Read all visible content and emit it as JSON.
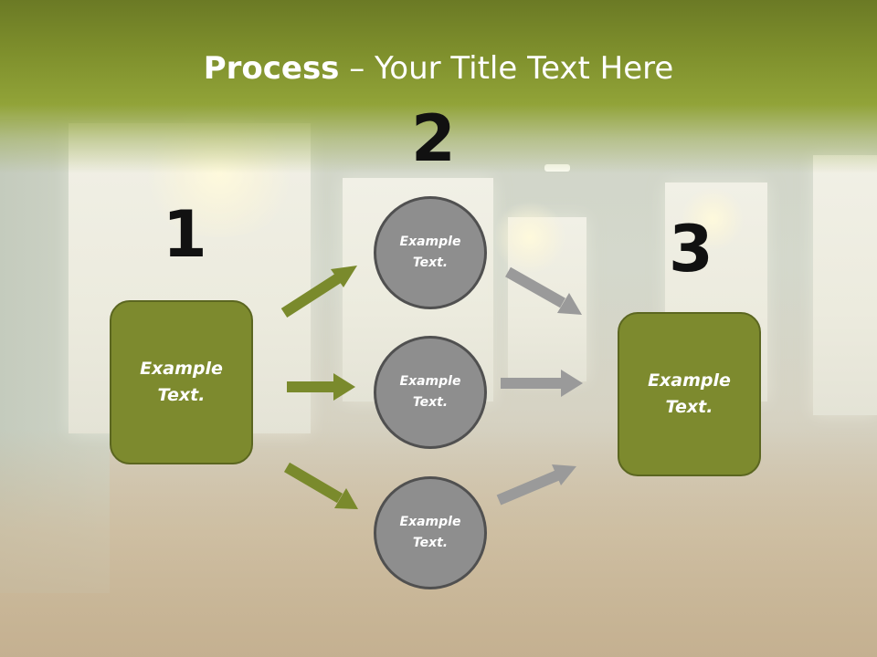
{
  "title": {
    "bold": "Process",
    "rest": " – Your Title Text Here"
  },
  "steps": {
    "one": "1",
    "two": "2",
    "three": "3"
  },
  "left_box": {
    "text": "Example\nText."
  },
  "middle_circles": [
    {
      "text": "Example\nText."
    },
    {
      "text": "Example\nText."
    },
    {
      "text": "Example\nText."
    }
  ],
  "right_box": {
    "text": "Example\nText."
  },
  "colors": {
    "accent": "#7d8a2e",
    "accent_dark": "#5b6620",
    "circle_fill": "#8e8e8e",
    "circle_border": "#505050",
    "arrow_gray": "#9a9a9a"
  }
}
